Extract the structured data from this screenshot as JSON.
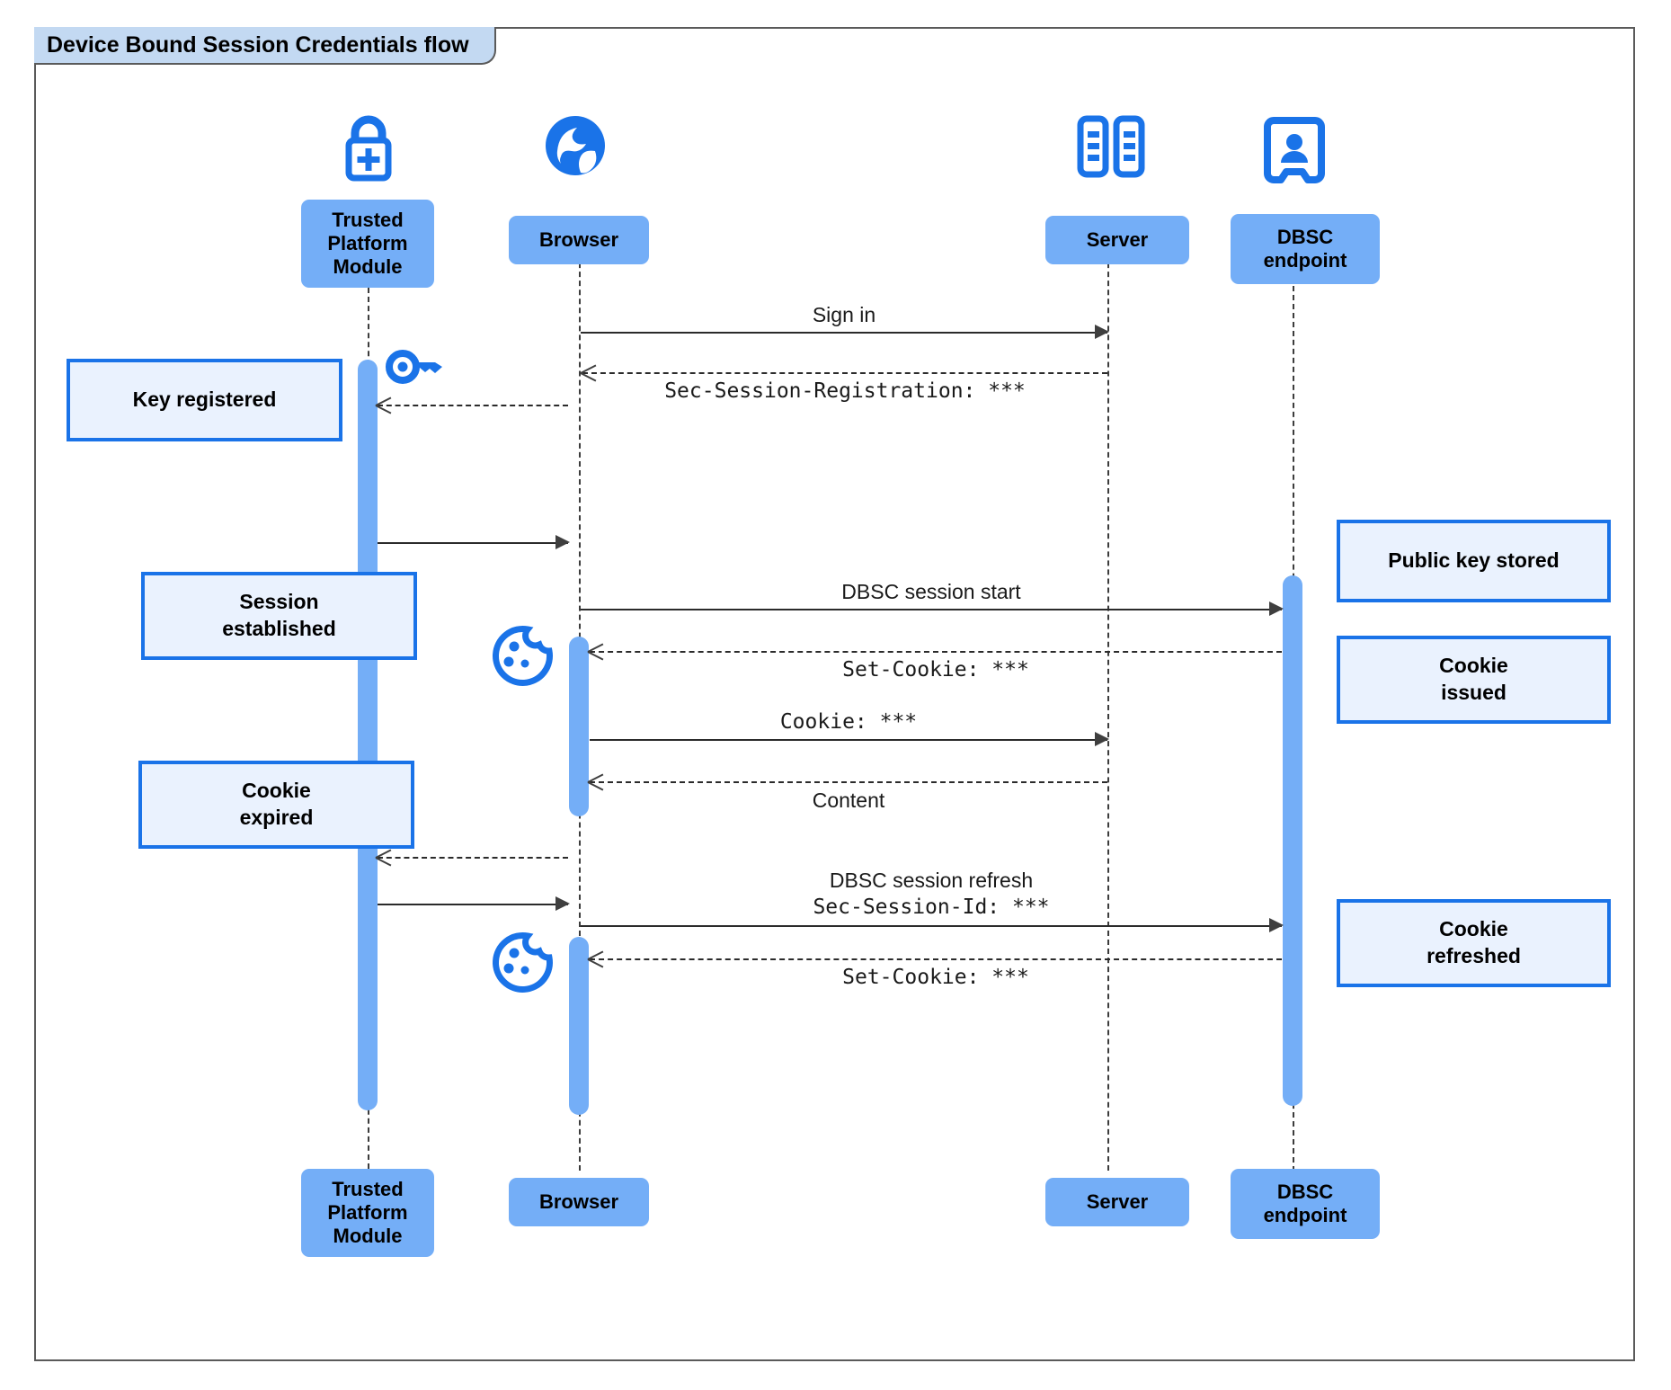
{
  "diagram": {
    "title": "Device Bound Session Credentials flow",
    "type": "sequence-diagram",
    "colors": {
      "participant_fill": "#74aef7",
      "note_fill": "#eaf2fe",
      "note_border": "#1a73e8",
      "icon_blue": "#1a73e8",
      "title_banner": "#c3d9f2",
      "frame_border": "#5a5a5a",
      "line": "#2b2b2b"
    }
  },
  "participants": [
    {
      "id": "tpm",
      "label": "Trusted\nPlatform\nModule",
      "icon": "lock-plus-icon"
    },
    {
      "id": "browser",
      "label": "Browser",
      "icon": "globe-icon"
    },
    {
      "id": "server",
      "label": "Server",
      "icon": "server-rack-icon"
    },
    {
      "id": "dbsc",
      "label": "DBSC\nendpoint",
      "icon": "id-badge-icon"
    }
  ],
  "participants_bottom": [
    {
      "id": "tpm",
      "label": "Trusted\nPlatform\nModule"
    },
    {
      "id": "browser",
      "label": "Browser"
    },
    {
      "id": "server",
      "label": "Server"
    },
    {
      "id": "dbsc",
      "label": "DBSC\nendpoint"
    }
  ],
  "messages": [
    {
      "id": "m1",
      "label": "Sign in",
      "style": "sans",
      "line": "solid",
      "dir": "right"
    },
    {
      "id": "m2",
      "label": "Sec-Session-Registration: ***",
      "style": "mono",
      "line": "dashed",
      "dir": "left"
    },
    {
      "id": "m3",
      "label": "",
      "style": "sans",
      "line": "solid",
      "dir": "right"
    },
    {
      "id": "m4",
      "label": "DBSC session start",
      "style": "sans",
      "line": "solid",
      "dir": "right"
    },
    {
      "id": "m5",
      "label": "Set-Cookie: ***",
      "style": "mono",
      "line": "dashed",
      "dir": "left"
    },
    {
      "id": "m6",
      "label": "Cookie: ***",
      "style": "mono",
      "line": "solid",
      "dir": "right"
    },
    {
      "id": "m7",
      "label": "Content",
      "style": "sans",
      "line": "dashed",
      "dir": "left"
    },
    {
      "id": "m8",
      "label": "",
      "style": "sans",
      "line": "dashed",
      "dir": "left"
    },
    {
      "id": "m9",
      "label": "",
      "style": "sans",
      "line": "solid",
      "dir": "right"
    },
    {
      "id": "m10",
      "label_line1": "DBSC session refresh",
      "label_line2": "Sec-Session-Id: ***",
      "style": "mixed",
      "line": "solid",
      "dir": "right"
    },
    {
      "id": "m11",
      "label": "Set-Cookie: ***",
      "style": "mono",
      "line": "dashed",
      "dir": "left"
    }
  ],
  "notes": [
    {
      "id": "n1",
      "text": "Key registered",
      "side": "left"
    },
    {
      "id": "n2",
      "text": "Session\nestablished",
      "side": "left"
    },
    {
      "id": "n3",
      "text": "Cookie\nexpired",
      "side": "left"
    },
    {
      "id": "n4",
      "text": "Public key stored",
      "side": "right"
    },
    {
      "id": "n5",
      "text": "Cookie\nissued",
      "side": "right"
    },
    {
      "id": "n6",
      "text": "Cookie\nrefreshed",
      "side": "right"
    }
  ],
  "inline_icons": [
    {
      "id": "key1",
      "name": "key-icon"
    },
    {
      "id": "cookie1",
      "name": "cookie-icon"
    },
    {
      "id": "cookie2",
      "name": "cookie-icon"
    }
  ]
}
